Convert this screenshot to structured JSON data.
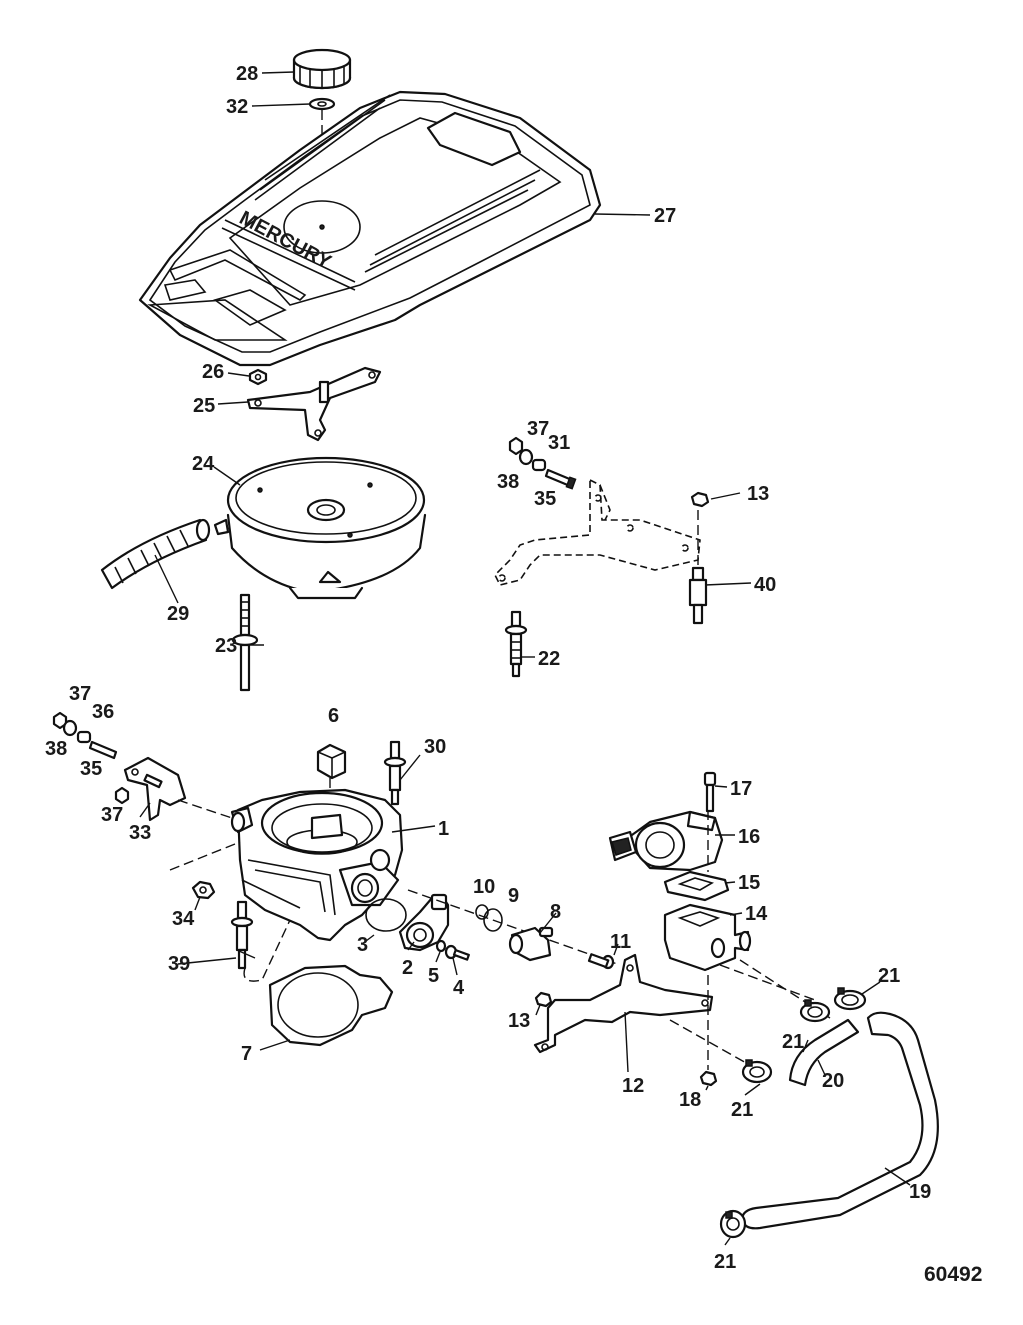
{
  "figure_number": "60492",
  "brand_text": "MERCURY",
  "callouts": [
    {
      "id": "c28",
      "text": "28"
    },
    {
      "id": "c32",
      "text": "32"
    },
    {
      "id": "c27",
      "text": "27"
    },
    {
      "id": "c26",
      "text": "26"
    },
    {
      "id": "c25",
      "text": "25"
    },
    {
      "id": "c24",
      "text": "24"
    },
    {
      "id": "c29",
      "text": "29"
    },
    {
      "id": "c23",
      "text": "23"
    },
    {
      "id": "c37a",
      "text": "37"
    },
    {
      "id": "c31",
      "text": "31"
    },
    {
      "id": "c38a",
      "text": "38"
    },
    {
      "id": "c35a",
      "text": "35"
    },
    {
      "id": "c13a",
      "text": "13"
    },
    {
      "id": "c40",
      "text": "40"
    },
    {
      "id": "c22",
      "text": "22"
    },
    {
      "id": "c37b",
      "text": "37"
    },
    {
      "id": "c36",
      "text": "36"
    },
    {
      "id": "c38b",
      "text": "38"
    },
    {
      "id": "c35b",
      "text": "35"
    },
    {
      "id": "c37c",
      "text": "37"
    },
    {
      "id": "c33",
      "text": "33"
    },
    {
      "id": "c6",
      "text": "6"
    },
    {
      "id": "c30",
      "text": "30"
    },
    {
      "id": "c1",
      "text": "1"
    },
    {
      "id": "c17",
      "text": "17"
    },
    {
      "id": "c16",
      "text": "16"
    },
    {
      "id": "c15",
      "text": "15"
    },
    {
      "id": "c14",
      "text": "14"
    },
    {
      "id": "c34",
      "text": "34"
    },
    {
      "id": "c10",
      "text": "10"
    },
    {
      "id": "c9",
      "text": "9"
    },
    {
      "id": "c8",
      "text": "8"
    },
    {
      "id": "c11",
      "text": "11"
    },
    {
      "id": "c3",
      "text": "3"
    },
    {
      "id": "c2",
      "text": "2"
    },
    {
      "id": "c5",
      "text": "5"
    },
    {
      "id": "c4",
      "text": "4"
    },
    {
      "id": "c39",
      "text": "39"
    },
    {
      "id": "c21a",
      "text": "21"
    },
    {
      "id": "c21b",
      "text": "21"
    },
    {
      "id": "c20",
      "text": "20"
    },
    {
      "id": "c13b",
      "text": "13"
    },
    {
      "id": "c7",
      "text": "7"
    },
    {
      "id": "c12",
      "text": "12"
    },
    {
      "id": "c18",
      "text": "18"
    },
    {
      "id": "c21c",
      "text": "21"
    },
    {
      "id": "c19",
      "text": "19"
    },
    {
      "id": "c21d",
      "text": "21"
    }
  ]
}
